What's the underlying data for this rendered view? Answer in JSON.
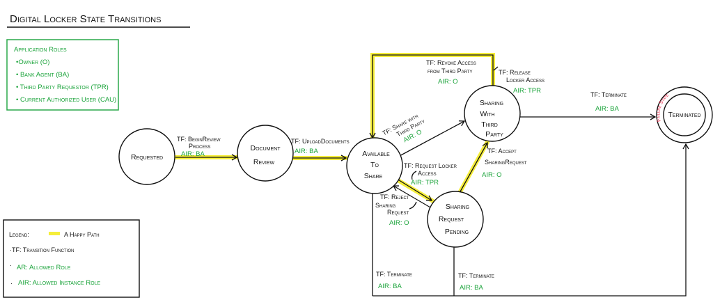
{
  "title": "Digital Locker State Transitions",
  "roles": {
    "heading": "Application Roles",
    "items": [
      "•Owner (O)",
      "• Bank Agent (BA)",
      "• Third Party Requestor (TPR)",
      "• Current Authorized User (CAU)"
    ]
  },
  "legend": {
    "label": "Legend:",
    "happy_path": "A Happy Path",
    "tf": "·TF: Transition Function",
    "ar": "AR: Allowed Role",
    "air": "AIR: Allowed Instance Role"
  },
  "states": {
    "requested": [
      "Requested"
    ],
    "document_review": [
      "Document",
      "Review"
    ],
    "available": [
      "Available",
      "To",
      "Share"
    ],
    "sharing": [
      "Sharing",
      "With",
      "Third",
      "Party"
    ],
    "pending": [
      "Sharing",
      "Request",
      "Pending"
    ],
    "terminated": "Terminated",
    "failure_label": "Failure State"
  },
  "transitions": {
    "begin_review": {
      "tf": [
        "TF: BeginReview",
        "Process"
      ],
      "air": "AIR: BA"
    },
    "upload": {
      "tf": [
        "TF: UploadDocuments"
      ],
      "air": "AIR: BA"
    },
    "share": {
      "tf": [
        "TF: Share with",
        "Third Party"
      ],
      "air": "AIR: O"
    },
    "revoke": {
      "tf": [
        "TF: Revoke Access",
        "from Third Party"
      ],
      "air": "AIR: O"
    },
    "release": {
      "tf": [
        "TF: Release",
        "Locker Access"
      ],
      "air": "AIR: TPR"
    },
    "terminate_sharing": {
      "tf": [
        "TF: Terminate"
      ],
      "air": "AIR: BA"
    },
    "accept": {
      "tf": [
        "TF: Accept",
        "SharingRequest"
      ],
      "air": "AIR: O"
    },
    "request": {
      "tf": [
        "TF: Request Locker",
        "Access"
      ],
      "air": "AIR: TPR"
    },
    "reject": {
      "tf": [
        "TF: Reject",
        "Sharing",
        "Request"
      ],
      "air": "AIR: O"
    },
    "terminate_available": {
      "tf": [
        "TF: Terminate"
      ],
      "air": "AIR: BA"
    },
    "terminate_pending": {
      "tf": [
        "TF: Terminate"
      ],
      "air": "AIR: BA"
    }
  },
  "colors": {
    "happy": "#f5ee3a",
    "green": "#1aa33a",
    "failure": "#e8183a"
  }
}
